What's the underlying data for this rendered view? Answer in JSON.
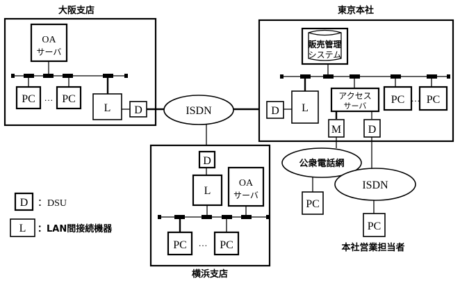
{
  "sites": {
    "osaka": {
      "title": "大阪支店",
      "oa_server": [
        "OA",
        "サーバ"
      ],
      "pc": "PC",
      "ellipsis": "…",
      "lan_device": "L",
      "dsu": "D"
    },
    "tokyo": {
      "title": "東京本社",
      "sales_system": [
        "販売管理",
        "システム"
      ],
      "access_server": [
        "アクセス",
        "サーバ"
      ],
      "modem": "M",
      "dsu": "D",
      "dsu_isdn": "D",
      "lan_device": "L",
      "pc": "PC",
      "ellipsis": "…"
    },
    "yokohama": {
      "title": "横浜支店",
      "oa_server": [
        "OA",
        "サーバ"
      ],
      "pc": "PC",
      "ellipsis": "…",
      "lan_device": "L",
      "dsu": "D"
    }
  },
  "networks": {
    "isdn_main": "ISDN",
    "public_phone": "公衆電話網",
    "isdn_sales": "ISDN"
  },
  "remote": {
    "pc": "PC",
    "label": "本社営業担当者"
  },
  "legend": [
    {
      "symbol": "D",
      "text": "：DSU"
    },
    {
      "symbol": "L",
      "text": "：LAN間接続機器"
    }
  ]
}
